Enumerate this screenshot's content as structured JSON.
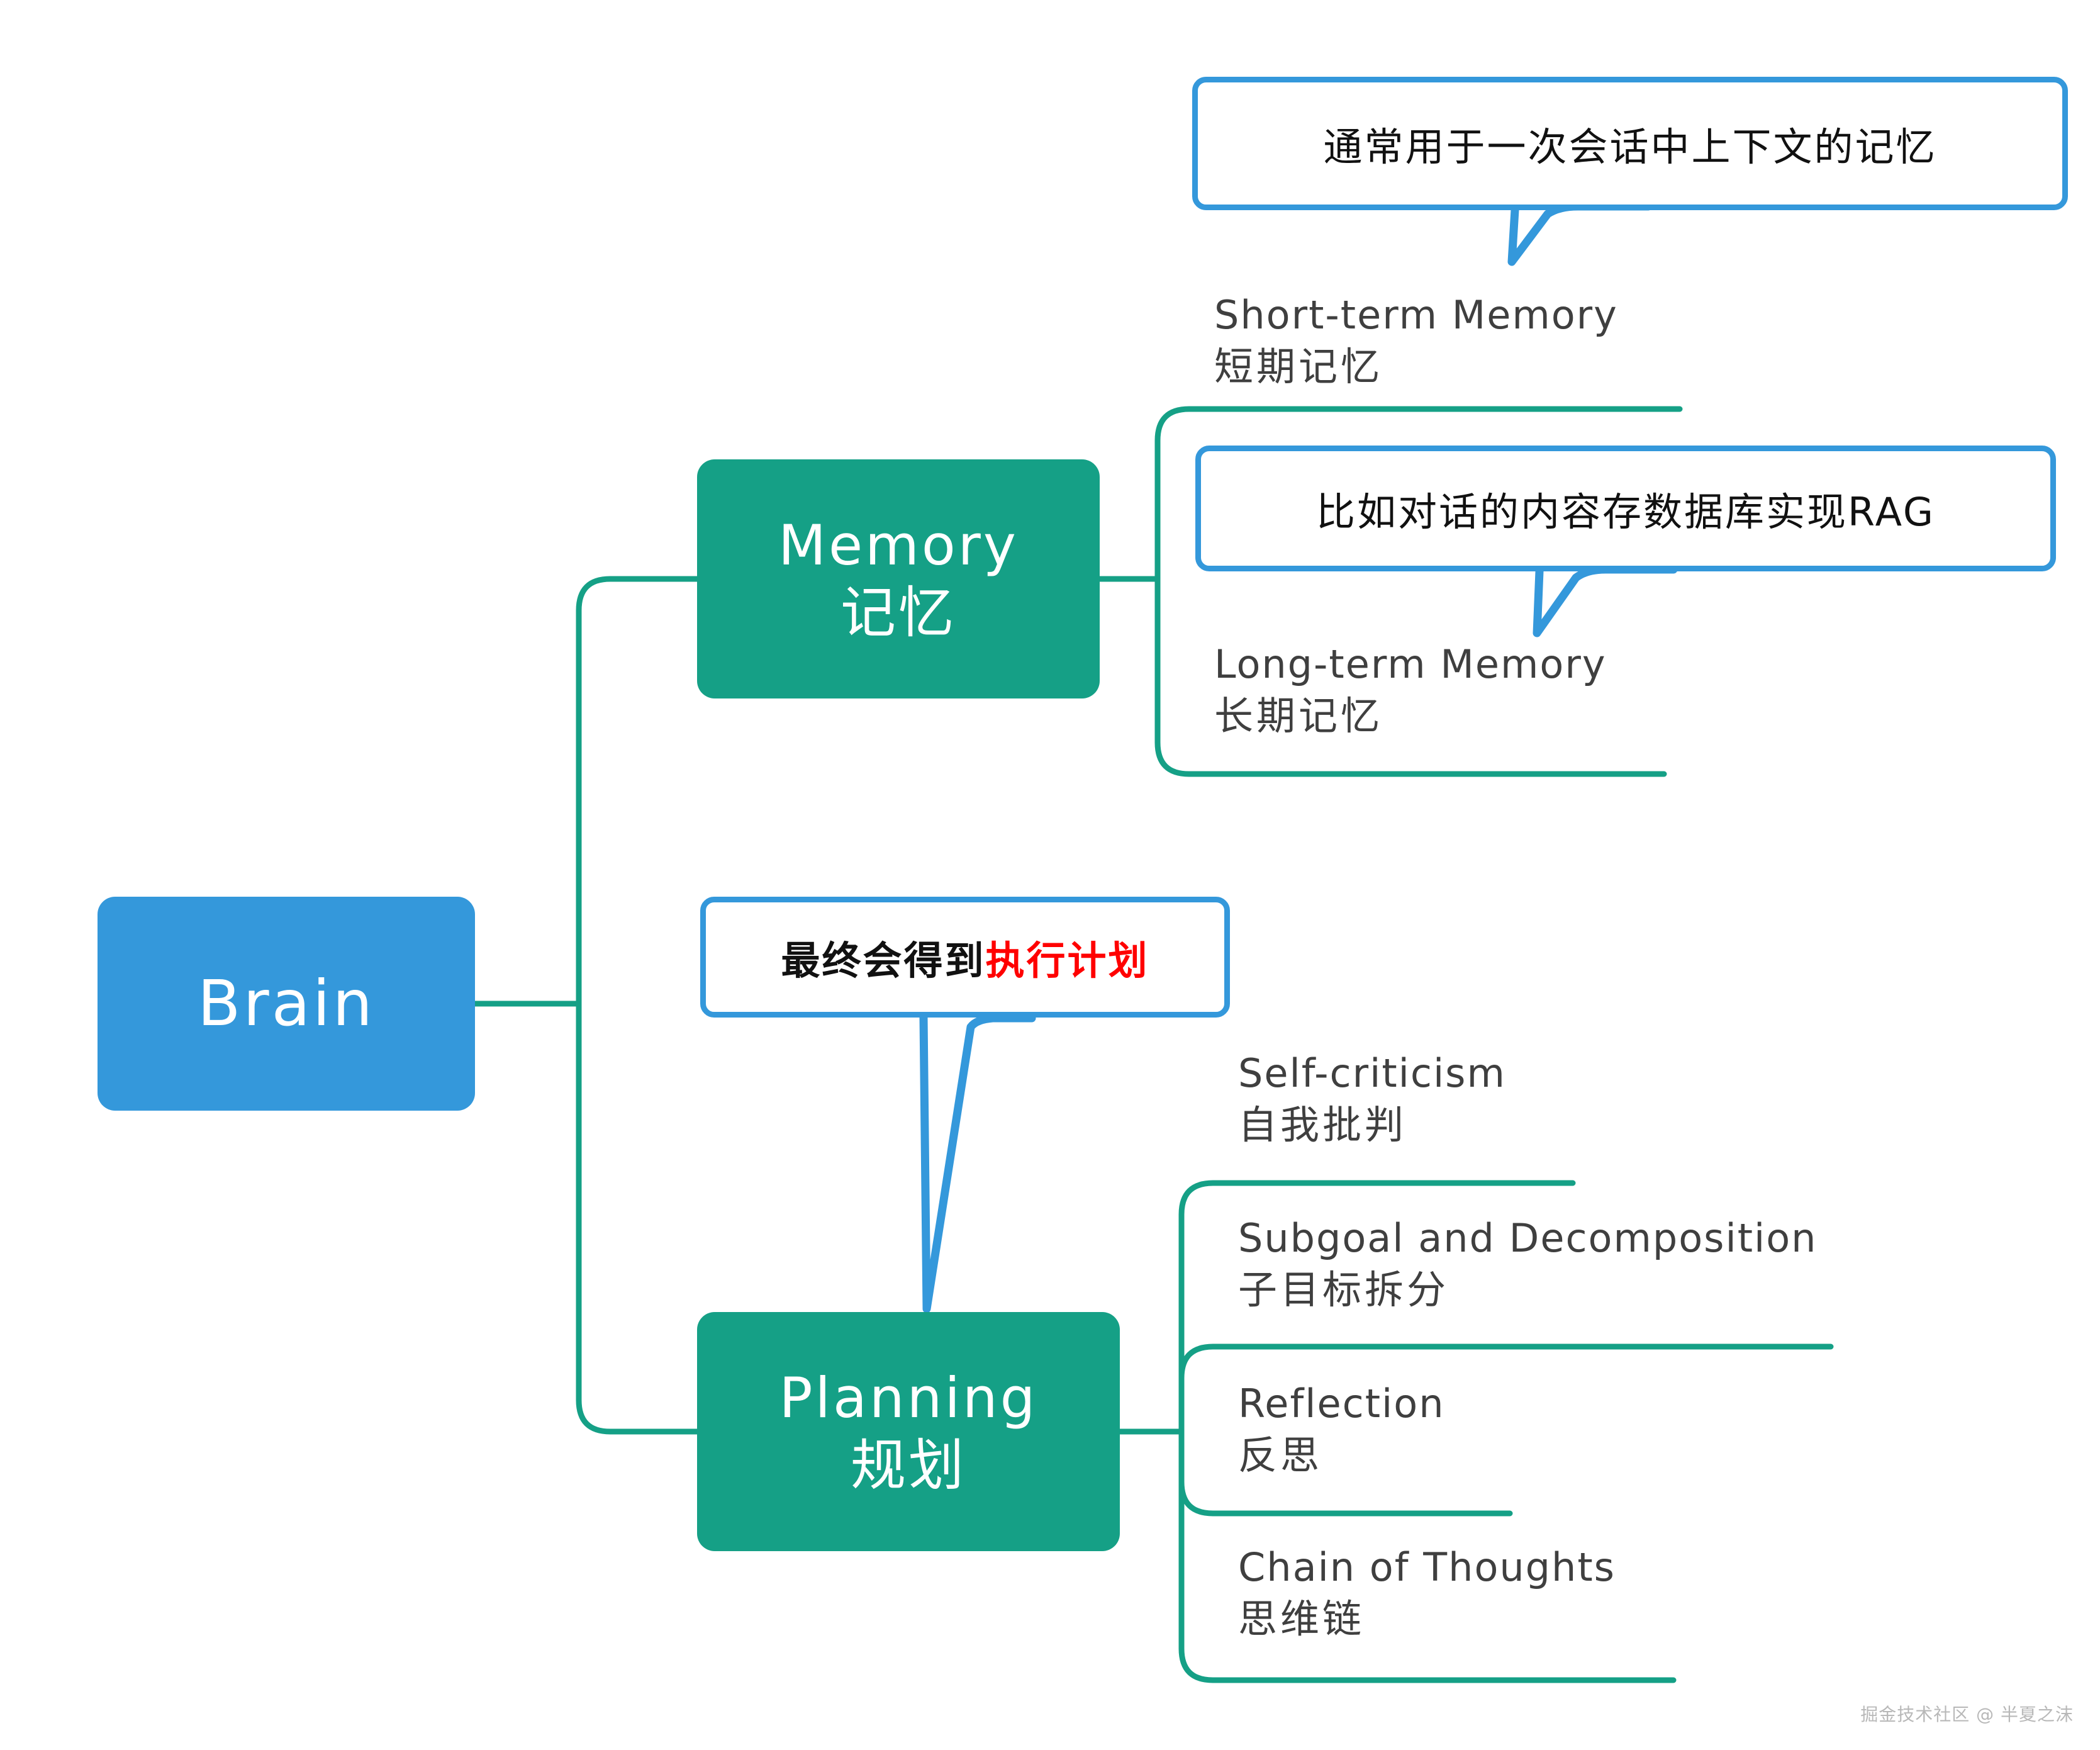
{
  "colors": {
    "brand_blue": "#3498db",
    "brand_teal": "#15a086",
    "leaf_text": "#3f3f3f",
    "highlight_red": "#ff0000",
    "background": "#ffffff",
    "watermark": "#b8b8b8"
  },
  "root": {
    "label": "Brain"
  },
  "branches": [
    {
      "id": "memory",
      "title_en": "Memory",
      "title_zh": "记忆",
      "children": [
        {
          "en": "Short-term Memory",
          "zh": "短期记忆"
        },
        {
          "en": "Long-term Memory",
          "zh": "长期记忆"
        }
      ]
    },
    {
      "id": "planning",
      "title_en": "Planning",
      "title_zh": "规划",
      "children": [
        {
          "en": "Self-criticism",
          "zh": "自我批判"
        },
        {
          "en": "Subgoal and Decomposition",
          "zh": "子目标拆分"
        },
        {
          "en": "Reflection",
          "zh": "反思"
        },
        {
          "en": "Chain of Thoughts",
          "zh": "思维链"
        }
      ]
    }
  ],
  "callouts": {
    "short_term": "通常用于一次会话中上下文的记忆",
    "long_term": "比如对话的内容存数据库实现RAG",
    "planning_prefix": "最终会得到",
    "planning_highlight": "执行计划"
  },
  "watermark": "掘金技术社区 @ 半夏之沫"
}
